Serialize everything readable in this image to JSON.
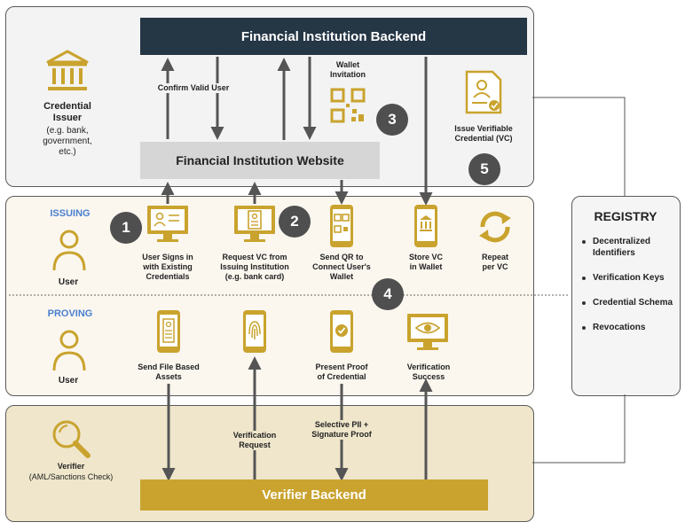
{
  "colors": {
    "gold": "#c9a32e",
    "dark_navy": "#253645",
    "gray_bar": "#d6d6d6",
    "accent_blue": "#4a7fd0",
    "issuer_bg": "#f3f3f3",
    "user_bg": "#fbf7ef",
    "verifier_bg": "#efe6cb"
  },
  "issuer_panel": {
    "backend_title": "Financial Institution Backend",
    "website_title": "Financial Institution Website",
    "issuer_title_1": "Credential",
    "issuer_title_2": "Issuer",
    "issuer_note_1": "(e.g. bank,",
    "issuer_note_2": "government,",
    "issuer_note_3": "etc.)",
    "confirm_label": "Confirm Valid User",
    "wallet_inv_1": "Wallet",
    "wallet_inv_2": "Invitation",
    "issue_vc_1": "Issue Verifiable",
    "issue_vc_2": "Credential (VC)"
  },
  "steps": [
    "1",
    "2",
    "3",
    "4",
    "5"
  ],
  "issuing": {
    "label": "ISSUING",
    "user": "User",
    "items": [
      {
        "l1": "User Signs in",
        "l2": "with Existing",
        "l3": "Credentials"
      },
      {
        "l1": "Request VC from",
        "l2": "Issuing Institution",
        "l3": "(e.g. bank card)"
      },
      {
        "l1": "Send QR to",
        "l2": "Connect User's",
        "l3": "Wallet"
      },
      {
        "l1": "Store VC",
        "l2": "in Wallet"
      },
      {
        "l1": "Repeat",
        "l2": "per VC"
      }
    ]
  },
  "proving": {
    "label": "PROVING",
    "user": "User",
    "items": [
      {
        "l1": "Send File Based",
        "l2": "Assets"
      },
      {
        "l1": "Present Proof",
        "l2": "of Credential"
      },
      {
        "l1": "Verification",
        "l2": "Success"
      }
    ]
  },
  "verifier_panel": {
    "title": "Verifier",
    "subtitle": "(AML/Sanctions Check)",
    "backend_title": "Verifier Backend",
    "verif_req_1": "Verification",
    "verif_req_2": "Request",
    "selective_1": "Selective PII +",
    "selective_2": "Signature Proof"
  },
  "registry": {
    "title": "REGISTRY",
    "items": [
      "Decentralized Identifiers",
      "Verification Keys",
      "Credential Schema",
      "Revocations"
    ]
  },
  "icons": [
    "bank-icon",
    "person-icon",
    "monitor-signin-icon",
    "monitor-request-icon",
    "phone-qr-icon",
    "phone-bank-icon",
    "repeat-icon",
    "phone-document-icon",
    "phone-fingerprint-icon",
    "phone-check-icon",
    "monitor-eye-icon",
    "magnifier-icon",
    "qr-code-icon",
    "certificate-icon"
  ]
}
